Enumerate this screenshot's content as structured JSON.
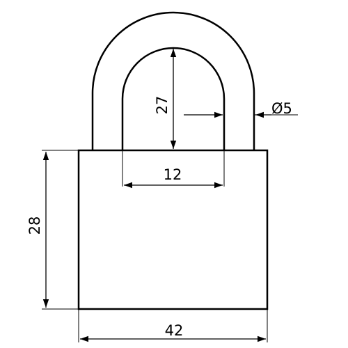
{
  "drawing": {
    "dimensions": {
      "shackle_inner_height": "27",
      "shackle_diameter": "Ø5",
      "shackle_inner_width": "12",
      "body_height": "28",
      "body_width": "42"
    },
    "colors": {
      "line": "#000000",
      "background": "#ffffff"
    }
  }
}
